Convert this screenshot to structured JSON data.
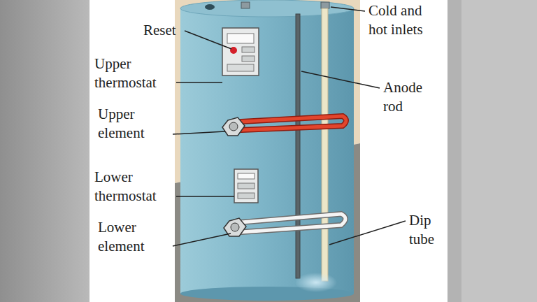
{
  "diagram": {
    "labels": [
      "Reset",
      "Upper thermostat",
      "Upper element",
      "Lower thermostat",
      "Lower element",
      "Cold and hot inlets",
      "Anode rod",
      "Dip tube"
    ]
  }
}
